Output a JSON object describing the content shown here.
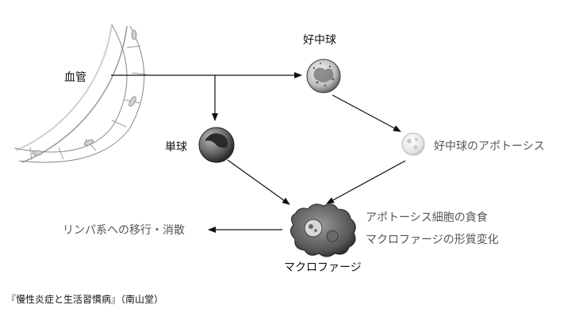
{
  "labels": {
    "vessel": "血管",
    "neutrophil": "好中球",
    "monocyte": "単球",
    "neutrophil_apoptosis": "好中球のアポトーシス",
    "macrophage": "マクロファージ",
    "phagocytosis": "アポトーシス細胞の貪食",
    "phenotype_change": "マクロファージの形質変化",
    "lymph_migration": "リンパ系への移行・消散"
  },
  "source": "『慢性炎症と生活習慣病』（南山堂）",
  "colors": {
    "text_dark": "#111111",
    "text_grey": "#555555",
    "line": "#111111"
  }
}
